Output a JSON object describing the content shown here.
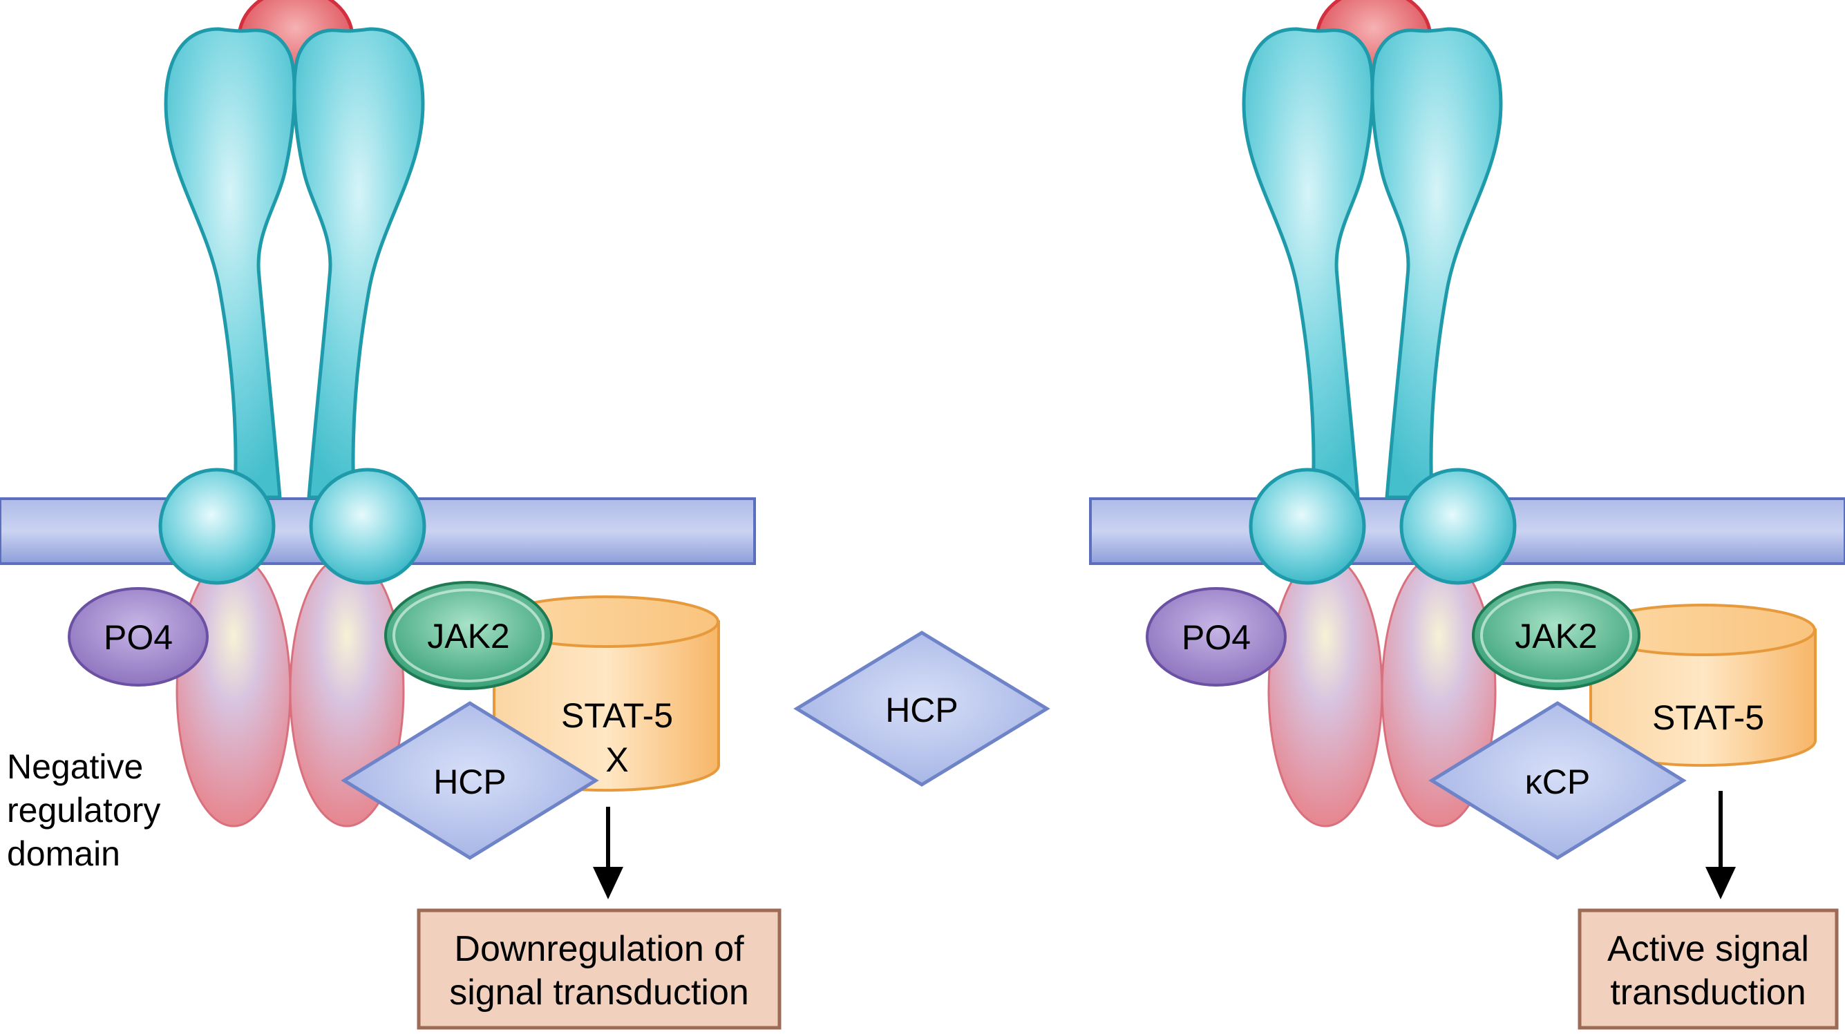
{
  "left_panel": {
    "pp4_label": "PO4",
    "jak2_label": "JAK2",
    "stat5_label": "STAT-5",
    "stat5_mark": "X",
    "hcp_label": "HCP",
    "side_label": [
      "Negative",
      "regulatory",
      "domain"
    ],
    "outcome_label": [
      "Downregulation of",
      "signal transduction"
    ]
  },
  "center": {
    "hcp_free_label": "HCP"
  },
  "right_panel": {
    "pp4_label": "PO4",
    "jak2_label": "JAK2",
    "stat5_label": "STAT-5",
    "kcp_label": "κCP",
    "outcome_label": [
      "Active signal",
      "transduction"
    ]
  },
  "colors": {
    "receptor_teal": "#4DC3D1",
    "receptor_stroke": "#1E9AAA",
    "membrane_blue": "#8E9FD9",
    "ligand_red": "#E05A5E",
    "intracellular_pink": "#E39AA6",
    "po4_purple": "#8E74BE",
    "jak2_green": "#2E9A6E",
    "stat5_orange": "#FBC883",
    "hcp_blue": "#A9B7E6",
    "outcome_box": "#F1D0BD"
  }
}
